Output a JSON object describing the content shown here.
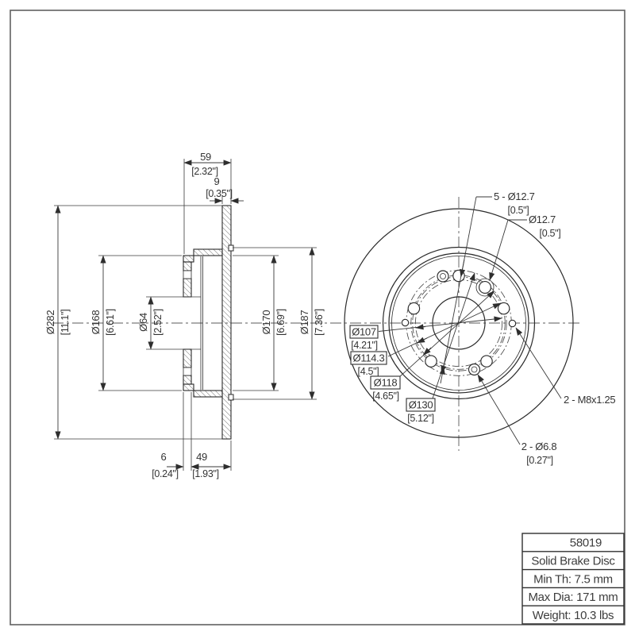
{
  "section": {
    "top_width_mm": "59",
    "top_width_in": "[2.32\"]",
    "plate_th_mm": "9",
    "plate_th_in": "[0.35\"]",
    "outer_dia_mm": "Ø282",
    "outer_dia_in": "[11.1\"]",
    "hat_dia_mm": "Ø168",
    "hat_dia_in": "[6.61\"]",
    "bore_mm": "Ø64",
    "bore_in": "[2.52\"]",
    "inner_face_mm": "Ø170",
    "inner_face_in": "[6.69\"]",
    "outer_face_mm": "Ø187",
    "outer_face_in": "[7.36\"]",
    "wall_mm": "6",
    "wall_in": "[0.24\"]",
    "depth_mm": "49",
    "depth_in": "[1.93\"]"
  },
  "front": {
    "lug_holes": "5 - Ø12.7",
    "lug_holes_in": "[0.5\"]",
    "pilot_hole": "Ø12.7",
    "pilot_hole_in": "[0.5\"]",
    "thread_holes": "2 - M8x1.25",
    "small_holes": "2 - Ø6.8",
    "small_holes_in": "[0.27\"]",
    "bc107": "Ø107",
    "bc107_in": "[4.21\"]",
    "bc1143": "Ø114.3",
    "bc1143_in": "[4.5\"]",
    "bc118": "Ø118",
    "bc118_in": "[4.65\"]",
    "bc130": "Ø130",
    "bc130_in": "[5.12\"]"
  },
  "info_table": {
    "rows": [
      "58019",
      "Solid Brake Disc",
      "Min Th: 7.5 mm",
      "Max Dia: 171 mm",
      "Weight: 10.3 lbs"
    ]
  }
}
